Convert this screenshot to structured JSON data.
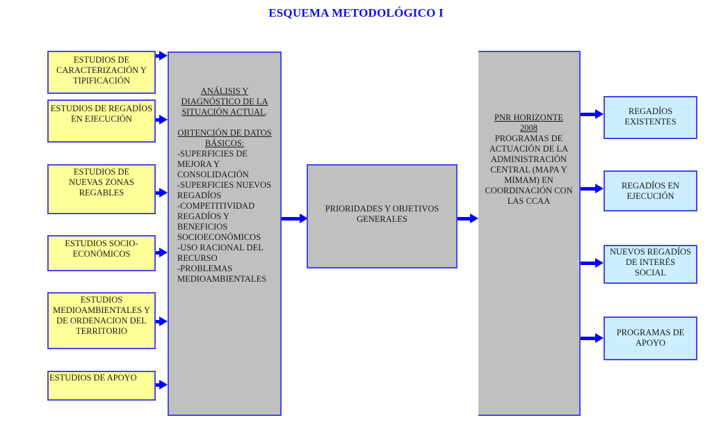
{
  "title": "ESQUEMA METODOLÓGICO I",
  "colors": {
    "title": "#1010ee",
    "arrow": "#0000ff",
    "border": "#4646f5",
    "input_fill": "#ffff99",
    "process_fill": "#c0c0c0",
    "output_fill": "#cceeff"
  },
  "inputs": [
    {
      "label": "ESTUDIOS DE CARACTERIZACIÓN Y TIPIFICACIÓN"
    },
    {
      "label": "ESTUDIOS DE REGADÍOS EN EJECUCIÓN"
    },
    {
      "label": "ESTUDIOS DE NUEVAS ZONAS REGABLES"
    },
    {
      "label": "ESTUDIOS SOCIO-ECONÓMICOS"
    },
    {
      "label": "ESTUDIOS MEDIOAMBIENTALES Y DE ORDENACION DEL TERRITORIO"
    },
    {
      "label": "ESTUDIOS DE APOYO"
    }
  ],
  "analysis": {
    "heading": "ANÁLISIS Y DIAGNÓSTICO DE LA SITUACIÓN ACTUAL",
    "heading_suffix": ".",
    "subheading": "OBTENCIÓN DE DATOS BÁSICOS:",
    "items": [
      "-SUPERFICIES DE MEJORA Y CONSOLIDACIÓN",
      "-SUPERFICIES NUEVOS REGADÍOS",
      "-COMPETITIVIDAD REGADÍOS Y BENEFICIOS SOCIOECONÓMICOS",
      "-USO RACIONAL DEL RECURSO",
      "-PROBLEMAS MEDIOAMBIENTALES"
    ]
  },
  "priorities": {
    "label": "PRIORIDADES Y OBJETIVOS GENERALES"
  },
  "pnr": {
    "heading": "PNR HORIZONTE 2008",
    "body": "PROGRAMAS DE ACTUACIÓN DE LA ADMINISTRACIÓN CENTRAL (MAPA Y MIMAM) EN COORDINACIÓN CON LAS CCAA"
  },
  "outputs": [
    {
      "label": "REGADÍOS EXISTENTES"
    },
    {
      "label": "REGADÍOS EN EJECUCIÓN"
    },
    {
      "label": "NUEVOS REGADÍOS DE INTERÉS SOCIAL"
    },
    {
      "label": "PROGRAMAS DE APOYO"
    }
  ]
}
